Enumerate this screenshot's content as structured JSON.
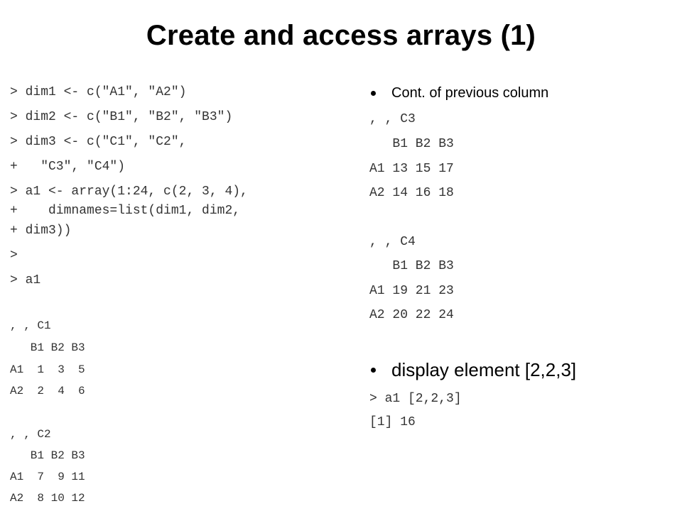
{
  "title": "Create and access arrays (1)",
  "left": {
    "l1": "> dim1 <- c(\"A1\", \"A2\")",
    "l2": "> dim2 <- c(\"B1\", \"B2\", \"B3\")",
    "l3": "> dim3 <- c(\"C1\", \"C2\",",
    "l4": "+   \"C3\", \"C4\")",
    "l5": "> a1 <- array(1:24, c(2, 3, 4),",
    "l6": "+    dimnames=list(dim1, dim2,",
    "l7": "+ dim3))",
    "l8": ">",
    "l9": "> a1",
    "c1_header": ", , C1",
    "c1_cols": "   B1 B2 B3",
    "c1_r1": "A1  1  3  5",
    "c1_r2": "A2  2  4  6",
    "c2_header": ", , C2",
    "c2_cols": "   B1 B2 B3",
    "c2_r1": "A1  7  9 11",
    "c2_r2": "A2  8 10 12"
  },
  "right": {
    "bullet1": "Cont. of previous column",
    "c3_header": ", , C3",
    "c3_cols": "   B1 B2 B3",
    "c3_r1": "A1 13 15 17",
    "c3_r2": "A2 14 16 18",
    "c4_header": ", , C4",
    "c4_cols": "   B1 B2 B3",
    "c4_r1": "A1 19 21 23",
    "c4_r2": "A2 20 22 24",
    "bullet2": "display element [2,2,3]",
    "cmd": "> a1 [2,2,3]",
    "result": "[1] 16"
  }
}
